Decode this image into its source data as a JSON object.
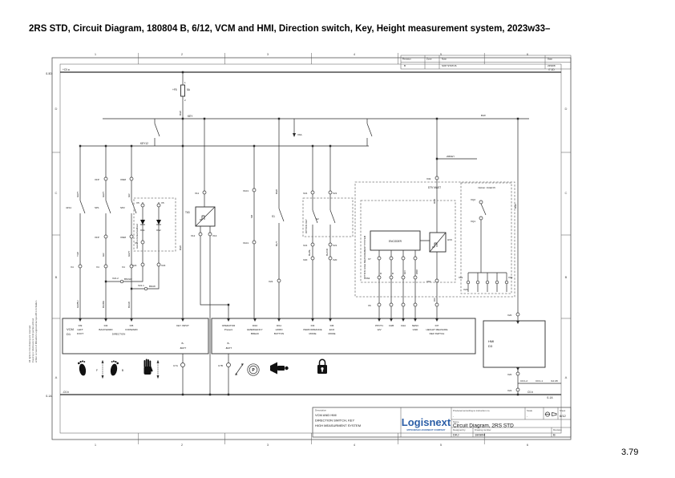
{
  "page": {
    "title": "2RS STD, Circuit Diagram, 180804 B, 6/12, VCM and HMI, Direction switch, Key, Height measurement system, 2023w33–",
    "page_number": "3.79"
  },
  "frame": {
    "cols": [
      "1",
      "2",
      "3",
      "4",
      "5",
      "6"
    ],
    "rows": [
      "D",
      "C",
      "B",
      "A"
    ]
  },
  "revision_table": {
    "h_revision": "Revision",
    "h_zone": "Zone",
    "h_note": "Note",
    "h_date": "Date",
    "row_rev": "B",
    "row_note": "SOP STATUS",
    "row_date": "23W08"
  },
  "title_block": {
    "desc_label": "Description",
    "desc1": "VCM AND HMI",
    "desc2": "DIRECTION SWITCH, KEY",
    "desc3": "HIGH MEASURMENT SYSTEM",
    "logo": "Logisnext",
    "logo_sub": "MITSUBISHI LOGISNEXT COMPANY",
    "produced_label": "Produced according to instruction no.",
    "produced_value": "-",
    "scale_label": "Scale",
    "scale_value": "-",
    "sheet_label": "Sheet",
    "sheet_value": "6/12",
    "name_label": "Name",
    "name_value": "Circuit Diagram, 2RS STD",
    "designed_label": "Designed by",
    "designed_value": "DKJ",
    "drawing_label": "Drawing number",
    "drawing_value": "180804",
    "revision_label": "Revision",
    "revision_value": "B"
  },
  "copyright": [
    "All rights to this drawing are reserved.",
    "Copying or disclosure to third parties without",
    "written consent of Mitsubishi Logisnext Europe AB is forbidden."
  ],
  "schematic": {
    "nets": {
      "plus": "+C0.a",
      "minus": "-C0.b",
      "cob": "C0.b",
      "cob1": "C0.b-1",
      "cob2": "C0.b-2",
      "key": "KEY",
      "key12": "KEY12",
      "mkey": "2MKEY"
    },
    "refs": {
      "a": "/1.5D",
      "b": "/7.1D",
      "c": "/1.1A",
      "d": "/12.1B"
    },
    "comp": {
      "f5": "+F5",
      "f5r": "5A",
      "p1": "1",
      "p2": "2",
      "t63": "T63",
      "s1": "S1",
      "s2": "S2",
      "s41": "41S1",
      "sp1": "SP1",
      "sp2": "SP2",
      "ds1": "DS1",
      "ds2": "DS2",
      "hv9": "HV9",
      "enc": "ENCODER"
    },
    "conn": {
      "x4": "X4",
      "x5": "X5",
      "x6": "X6",
      "x6a": "X6A",
      "x7": "X7",
      "x11": "X11",
      "x12": "X12",
      "x13": "X13",
      "x20": "X20",
      "x21": "X21",
      "x212": "X21.2",
      "x211": "X21.1",
      "x22": "X22",
      "x23": "X23",
      "x32": "X32",
      "x61": "X61",
      "x62": "X62",
      "x63": "X63",
      "x101": "X101",
      "xq1": "XQ1",
      "xq2": "XQ2",
      "x2a": "X2A",
      "xfp": "XFP",
      "xmm": "XMM",
      "c7a": "C7A",
      "c7b": "C7B"
    },
    "wl": {
      "bw": "B/W",
      "sb": "SB",
      "gry": "GR/Y",
      "gr": "GR",
      "yw": "Y/W",
      "grbu": "GR/BU",
      "bubk": "BU/BK",
      "buw": "BU/W",
      "bngr": "BN/GR",
      "bnw": "BN/W",
      "bly": "BL/Y",
      "blbl": "BL/BL",
      "blor": "BL/OR",
      "or": "OR",
      "rw": "R/W",
      "wr": "W/R",
      "r": "R",
      "b": "B",
      "gn": "GN"
    },
    "boxes": {
      "dtv": "DTV MAST",
      "hms": "OPTION: HIGH MEASUREMENT SYSTEM",
      "il": "Option: Initial lift",
      "key": "OPTION: KEY",
      "hand": "Hand controlled fwd/bwd"
    },
    "vcm": {
      "name": "VCM",
      "ref": "D1",
      "b": "B-",
      "batt": "-BATT",
      "direction": "DIRECTION",
      "pins": [
        [
          "DI9",
          "LEFT",
          "FOOT"
        ],
        [
          "DI4",
          "BACKWARD"
        ],
        [
          "DI5",
          "FORWARD"
        ],
        [
          "KEY INPUT"
        ],
        [
          "OPERATOR",
          "Present"
        ],
        [
          "DI10",
          "EMERGENCY",
          "BREAK"
        ],
        [
          "DI11",
          "HORN",
          "BUTTON"
        ],
        [
          "DI3",
          "PERFORMANCE",
          "MODE"
        ],
        [
          "DI6",
          "ECO",
          "MODE"
        ],
        [
          "PPOT1",
          "12V"
        ],
        [
          "CHB"
        ],
        [
          "CHA"
        ],
        [
          "NENC",
          "GND"
        ],
        [
          "DI7",
          "HEIGHT MEASURE",
          "REF SWITCH"
        ]
      ]
    },
    "hmi": {
      "name": "HMI",
      "ref": "D3"
    },
    "icons": {
      "f": "F",
      "b": "B",
      "p": "P"
    }
  }
}
